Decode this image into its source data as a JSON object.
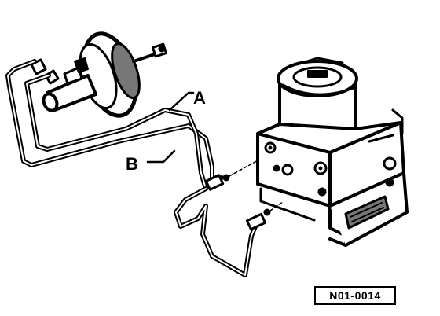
{
  "labels": {
    "line_a": "A",
    "line_b": "B"
  },
  "figure_id": "N01-0014",
  "colors": {
    "ink": "#000000",
    "paper": "#ffffff",
    "shade": "#777777"
  }
}
